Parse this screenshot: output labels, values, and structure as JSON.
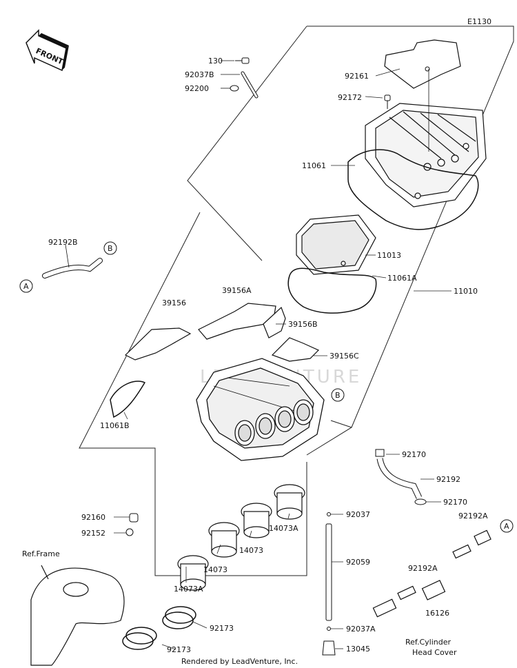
{
  "diagram": {
    "code": "E1130",
    "front_label": "FRONT",
    "watermark": "LEADVENTURE",
    "footer": "Rendered by LeadVenture, Inc.",
    "callouts": {
      "A": "A",
      "B": "B"
    },
    "parts": {
      "p130": "130",
      "p92037B": "92037B",
      "p92200": "92200",
      "p92161": "92161",
      "p92172": "92172",
      "p11061": "11061",
      "p92192B": "92192B",
      "p11013": "11013",
      "p11061A": "11061A",
      "p11010": "11010",
      "p39156A": "39156A",
      "p39156": "39156",
      "p39156B": "39156B",
      "p39156C": "39156C",
      "p11061B": "11061B",
      "p92170a": "92170",
      "p92192": "92192",
      "p92170b": "92170",
      "p92160": "92160",
      "p92152": "92152",
      "p92037": "92037",
      "p92192A_top": "92192A",
      "p92192A_left": "92192A",
      "p14073A_r": "14073A",
      "p14073_m": "14073",
      "p14073_l": "14073",
      "p92059": "92059",
      "p16126": "16126",
      "p14073A_l": "14073A",
      "p92173_r": "92173",
      "p92173_l": "92173",
      "p92037A": "92037A",
      "p13045": "13045"
    },
    "refs": {
      "frame": "Ref.Frame",
      "cyl_line1": "Ref.Cylinder",
      "cyl_line2": "Head Cover"
    }
  }
}
